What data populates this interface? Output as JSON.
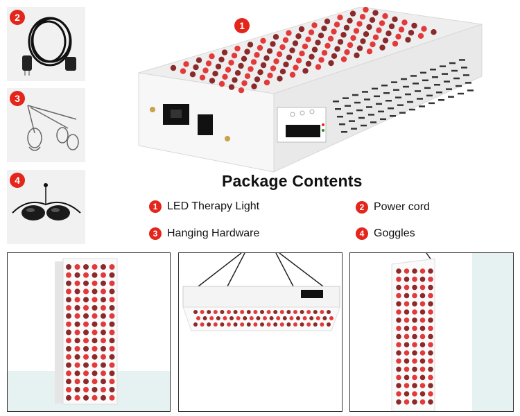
{
  "heading": "Package Contents",
  "badge_color": "#e3251b",
  "main_badge": "1",
  "thumbnails": [
    {
      "badge": "2",
      "icon": "power-cord-icon"
    },
    {
      "badge": "3",
      "icon": "hanging-hardware-icon"
    },
    {
      "badge": "4",
      "icon": "goggles-icon"
    }
  ],
  "contents": [
    {
      "badge": "1",
      "label": "LED Therapy Light"
    },
    {
      "badge": "2",
      "label": "Power cord"
    },
    {
      "badge": "3",
      "label": "Hanging Hardware"
    },
    {
      "badge": "4",
      "label": "Goggles"
    }
  ]
}
